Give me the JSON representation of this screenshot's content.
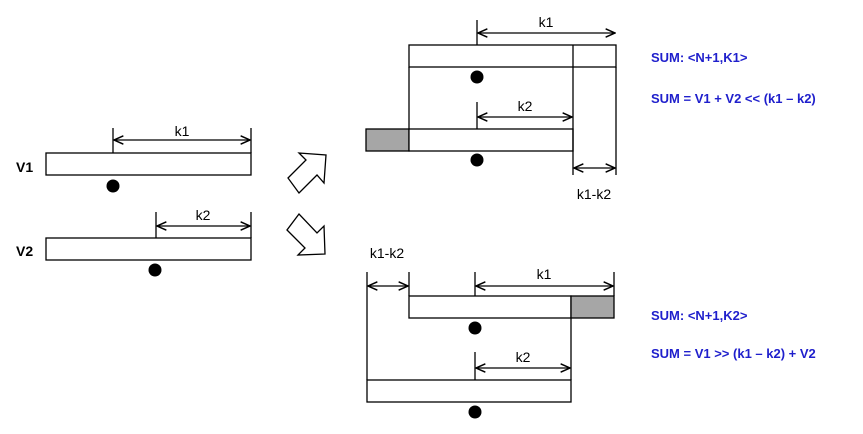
{
  "left": {
    "v1_label": "V1",
    "v2_label": "V2",
    "k1_label": "k1",
    "k2_label": "k2"
  },
  "top_case": {
    "k1_label": "k1",
    "k2_label": "k2",
    "diff_label": "k1-k2",
    "sum_format": "SUM: <N+1,K1>",
    "sum_equation": "SUM = V1 + V2 << (k1 – k2)"
  },
  "bottom_case": {
    "k1_label": "k1",
    "k2_label": "k2",
    "diff_label": "k1-k2",
    "sum_format": "SUM: <N+1,K2>",
    "sum_equation": "SUM = V1 >> (k1 – k2) + V2"
  },
  "colors": {
    "equation_text": "#1f1fcc",
    "shaded_fill": "#a6a6a6"
  }
}
